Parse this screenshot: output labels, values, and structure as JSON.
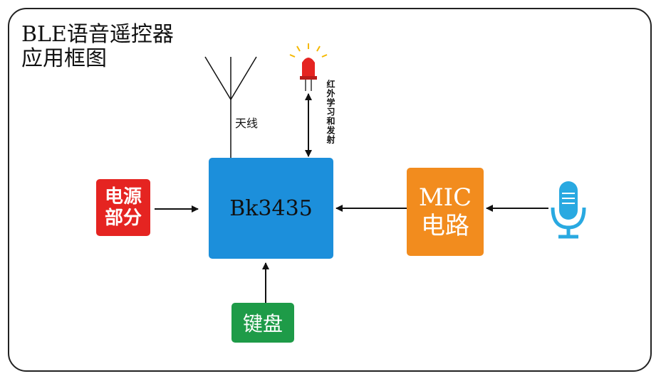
{
  "title": {
    "line1": "BLE语音遥控器",
    "line2": "应用框图"
  },
  "blocks": {
    "power": {
      "line1": "电源",
      "line2": "部分",
      "color": "#e52421"
    },
    "mcu": {
      "label": "Bk3435",
      "color": "#1c8fdb"
    },
    "mic": {
      "line1": "MIC",
      "line2": "电路",
      "color": "#f28c1e"
    },
    "keys": {
      "label": "键盘",
      "color": "#1e9b48"
    }
  },
  "antenna": {
    "label": "天线"
  },
  "ir": {
    "label": "红外学习和发射",
    "led_color": "#e52421"
  },
  "microphone": {
    "icon": "microphone-icon",
    "color": "#29a9e1"
  }
}
